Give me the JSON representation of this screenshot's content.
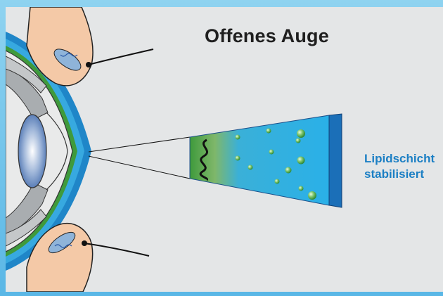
{
  "title": "Offenes Auge",
  "label": {
    "line1": "Lipidschicht",
    "line2": "stabilisiert"
  },
  "colors": {
    "frame_blue": "#5ab7e6",
    "panel_gray": "#e4e6e7",
    "lipid_blue": "#1b7fc4",
    "tear_film_light_blue": "#2ab0e8",
    "mucin_green": "#3f9a3c",
    "skin": "#f4c9a7"
  },
  "icons": [
    "eye-cross-section",
    "eyelid-upper",
    "eyelid-lower",
    "tear-film-zoom-wedge",
    "bubbles"
  ]
}
